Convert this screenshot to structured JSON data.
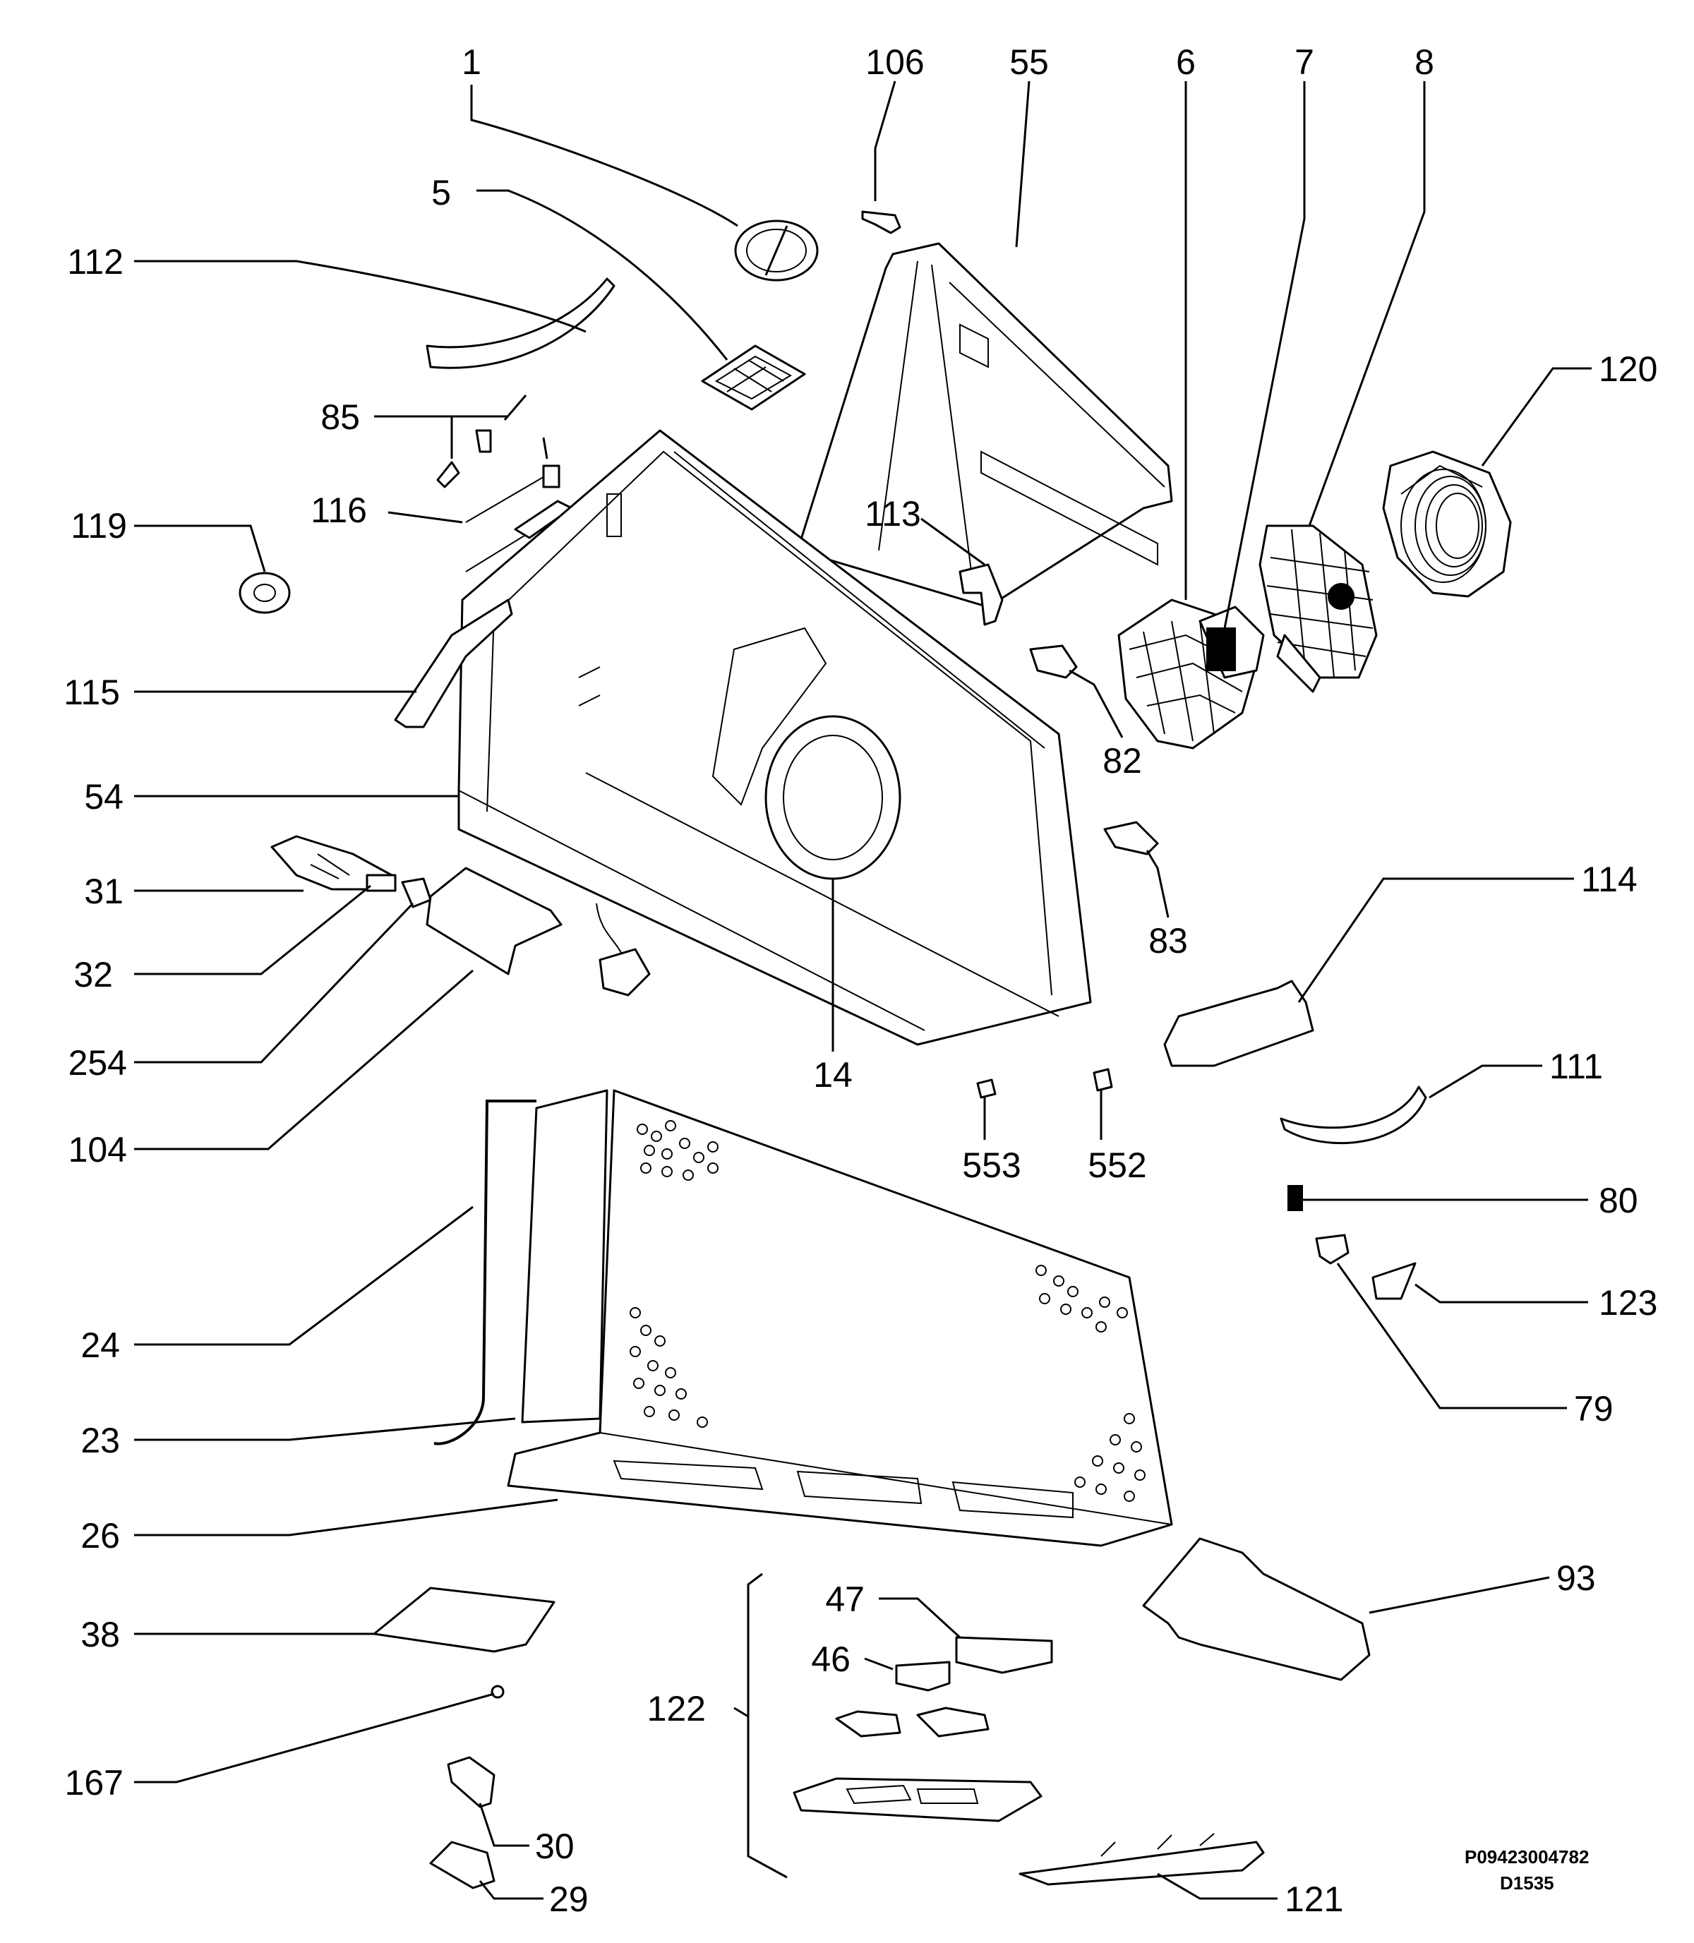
{
  "labels": {
    "l1": "1",
    "l106": "106",
    "l55": "55",
    "l6": "6",
    "l7": "7",
    "l8": "8",
    "l5": "5",
    "l112": "112",
    "l120": "120",
    "l85": "85",
    "l116": "116",
    "l119": "119",
    "l113": "113",
    "l115": "115",
    "l82": "82",
    "l54": "54",
    "l31": "31",
    "l83": "83",
    "l114": "114",
    "l32": "32",
    "l254": "254",
    "l14": "14",
    "l111": "111",
    "l104": "104",
    "l553": "553",
    "l552": "552",
    "l80": "80",
    "l123": "123",
    "l24": "24",
    "l79": "79",
    "l23": "23",
    "l26": "26",
    "l93": "93",
    "l47": "47",
    "l38": "38",
    "l46": "46",
    "l122": "122",
    "l167": "167",
    "l30": "30",
    "l29": "29",
    "l121": "121"
  },
  "codes": {
    "drawing_number": "P09423004782",
    "drawing_code": "D1535"
  }
}
